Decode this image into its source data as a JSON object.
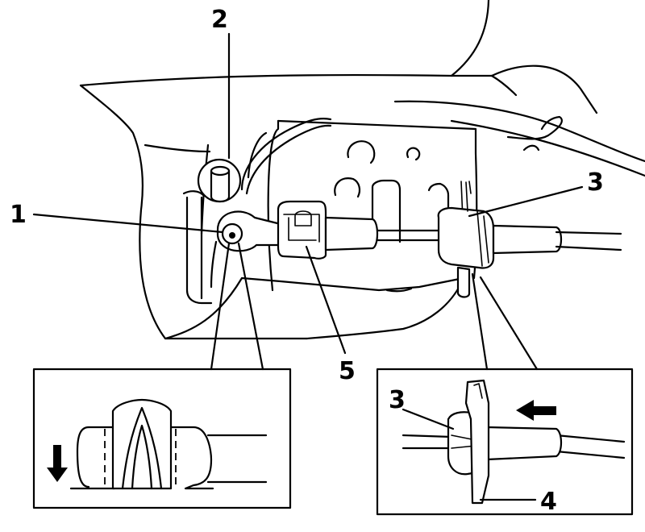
{
  "callouts": {
    "c1": "1",
    "c2": "2",
    "c3": "3",
    "c5": "5",
    "inset_c3": "3",
    "inset_c4": "4"
  },
  "colors": {
    "line": "#000000",
    "background": "#ffffff"
  },
  "icons": {
    "direction_arrow_down": "arrow-down-icon",
    "direction_arrow_left": "arrow-left-icon"
  }
}
